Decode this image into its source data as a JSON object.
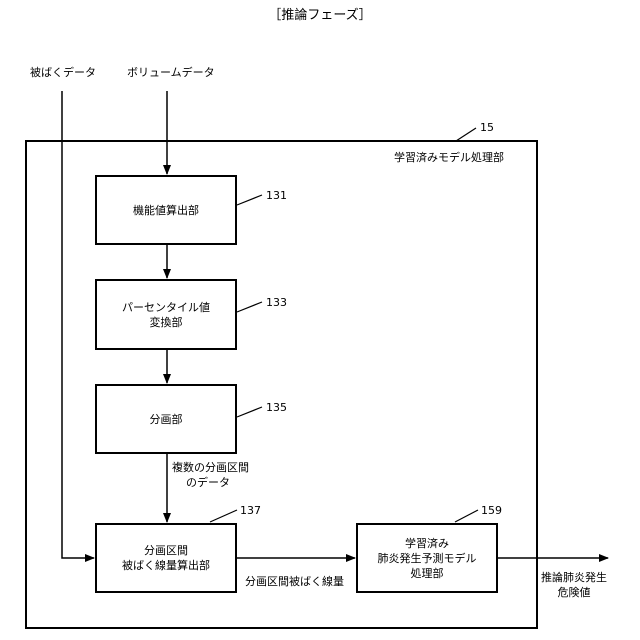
{
  "title": "［推論フェーズ］",
  "inputs": {
    "exposure": "被ばくデータ",
    "volume": "ボリュームデータ"
  },
  "container": {
    "ref": "15",
    "label": "学習済みモデル処理部"
  },
  "blocks": {
    "functional": {
      "lines": [
        "機能値算出部"
      ],
      "ref": "131"
    },
    "percentile": {
      "lines": [
        "パーセンタイル値",
        "変換部"
      ],
      "ref": "133"
    },
    "segment": {
      "lines": [
        "分画部"
      ],
      "ref": "135"
    },
    "exposure_calc": {
      "lines": [
        "分画区間",
        "被ばく線量算出部"
      ],
      "ref": "137"
    },
    "model": {
      "lines": [
        "学習済み",
        "肺炎発生予測モデル",
        "処理部"
      ],
      "ref": "159"
    }
  },
  "edge_labels": {
    "segments_data": [
      "複数の分画区間",
      "のデータ"
    ],
    "segment_dose": "分画区間被ばく線量",
    "output": [
      "推論肺炎発生",
      "危険値"
    ]
  }
}
